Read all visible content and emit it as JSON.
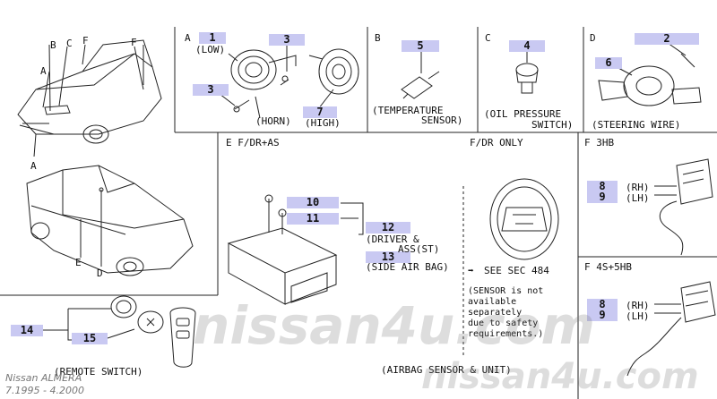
{
  "panels": {
    "a": "A",
    "b": "B",
    "c": "C",
    "d": "D",
    "e": "E F/DR+AS",
    "f_dr_only": "F/DR ONLY",
    "f3hb": "F 3HB",
    "f4s5hb": "F 4S+5HB"
  },
  "overview_labels": {
    "a1": "A",
    "a2": "A",
    "b": "B",
    "c": "C",
    "f1": "F",
    "f2": "F",
    "e": "E",
    "d": "D"
  },
  "callouts": {
    "p1": "1",
    "p2": "2",
    "p3a": "3",
    "p3b": "3",
    "p4": "4",
    "p5": "5",
    "p6": "6",
    "p7": "7",
    "p8a": "8",
    "p9a": "9",
    "p8b": "8",
    "p9b": "9",
    "p10": "10",
    "p11": "11",
    "p12": "12",
    "p13": "13",
    "p14": "14",
    "p15": "15"
  },
  "labels": {
    "low": "(LOW)",
    "horn": "(HORN)",
    "high": "(HIGH)",
    "temp1": "(TEMPERATURE",
    "temp2": "SENSOR)",
    "oil1": "(OIL PRESSURE",
    "oil2": "SWITCH)",
    "steer": "(STEERING WIRE)",
    "driver1": "(DRIVER &",
    "driver2": "ASS(ST)",
    "side_air_bag": "(SIDE AIR BAG)",
    "see_sec": "SEE SEC 484",
    "sensor_note": [
      "(SENSOR is not",
      "available",
      "separately",
      "due to safety",
      "requirements.)"
    ],
    "rh_a": "(RH)",
    "lh_a": "(LH)",
    "rh_b": "(RH)",
    "lh_b": "(LH)",
    "remote": "(REMOTE SWITCH)",
    "airbag_unit": "(AIRBAG SENSOR & UNIT)"
  },
  "watermarks": {
    "center": "nissan4u.com",
    "bottom_right": "nissan4u.com"
  },
  "footer": {
    "model": "Nissan ALMERA",
    "dates": "7.1995 - 4.2000"
  },
  "colors": {
    "callout_bg": "#c9c9f2",
    "line": "#222222"
  }
}
